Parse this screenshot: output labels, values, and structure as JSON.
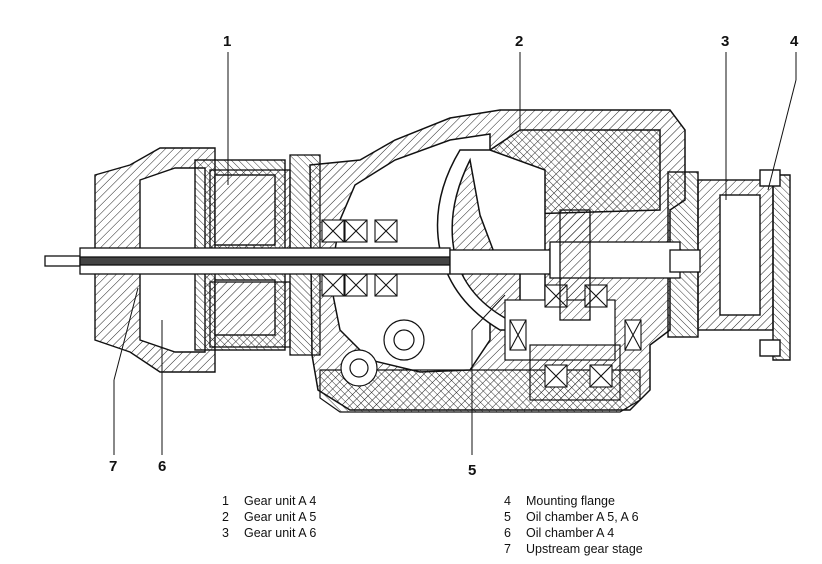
{
  "callouts": {
    "c1": "1",
    "c2": "2",
    "c3": "3",
    "c4": "4",
    "c5": "5",
    "c6": "6",
    "c7": "7"
  },
  "legend": [
    {
      "num": "1",
      "text": "Gear unit A 4"
    },
    {
      "num": "2",
      "text": "Gear unit A 5"
    },
    {
      "num": "3",
      "text": "Gear unit A 6"
    },
    {
      "num": "4",
      "text": "Mounting flange"
    },
    {
      "num": "5",
      "text": "Oil chamber A 5, A 6"
    },
    {
      "num": "6",
      "text": "Oil chamber A 4"
    },
    {
      "num": "7",
      "text": "Upstream gear stage"
    }
  ],
  "colors": {
    "line": "#111111",
    "fill": "#ffffff"
  }
}
